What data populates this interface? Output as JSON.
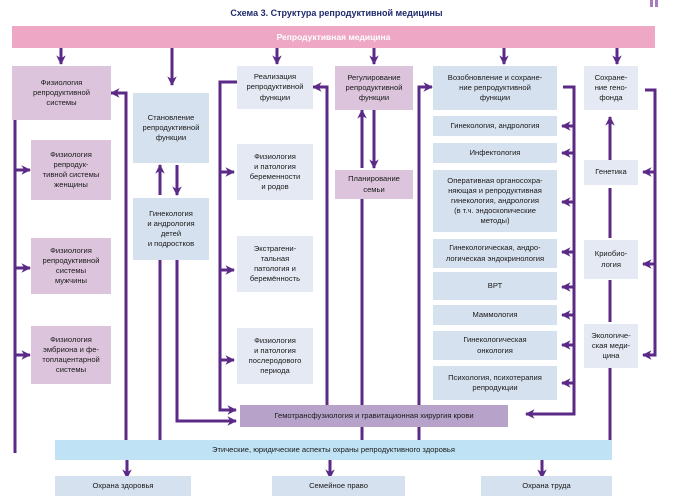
{
  "title": "Схема 3. Структура репродуктивной медицины",
  "header": "Репродуктивная медицина",
  "columns": {
    "physiology": {
      "main": "Физиология\nрепродуктивной\nсистемы",
      "items": [
        "Физиология\nрепродук-\nтивной системы\nженщины",
        "Физиология\nрепродуктивной\nсистемы\nмужчины",
        "Физиология\nэмбриона и фе-\nтоплацентарной\nсистемы"
      ]
    },
    "formation": {
      "main": "Становление\nрепродуктивной\nфункции",
      "items": [
        "Гинекология\nи андрология\nдетей\nи подростков"
      ]
    },
    "realization": {
      "main": "Реализация\nрепродуктивной\nфункции",
      "items": [
        "Физиология\nи патология\nбеременности\nи родов",
        "Экстрагени-\nтальная\nпатология и\nберемённость",
        "Физиология\nи патология\nпослеродового\nпериода"
      ]
    },
    "regulation": {
      "main": "Регулирование\nрепродуктивной\nфункции",
      "items": [
        "Планирование\nсемьи"
      ]
    },
    "restoration": {
      "main": "Возобновление и сохране-\nние репродуктивной\nфункции",
      "items": [
        "Гинекология, андрология",
        "Инфектология",
        "Оперативная органосохра-\nняющая и репродуктивная\nгинекология, андрология\n(в т.ч. эндоскопические\nметоды)",
        "Гинекологическая, андро-\nлогическая эндокринология",
        "ВРТ",
        "Маммология",
        "Гинекологическая\nонкология",
        "Психология, психотерапия\nрепродукции"
      ]
    },
    "genepool": {
      "main": "Сохране-\nние гено-\nфонда",
      "items": [
        "Генетика",
        "Криобио-\nлогия",
        "Экологиче-\nская меди-\nцина"
      ]
    }
  },
  "hemotransfusion": "Гемотрансфузиология и гравитационная хирургия крови",
  "ethics": "Этические, юридические аспекты охраны репродуктивного здоровья",
  "bottom": [
    "Охрана здоровья",
    "Семейное право",
    "Охрана труда"
  ],
  "colors": {
    "connector": "#5b2a86",
    "header": "#eea7c4",
    "pink_box": "#dcc4dc",
    "blue_box": "#d6e1ef",
    "violet_box": "#b7a2ca",
    "cyan_bar": "#bfe3f4"
  }
}
